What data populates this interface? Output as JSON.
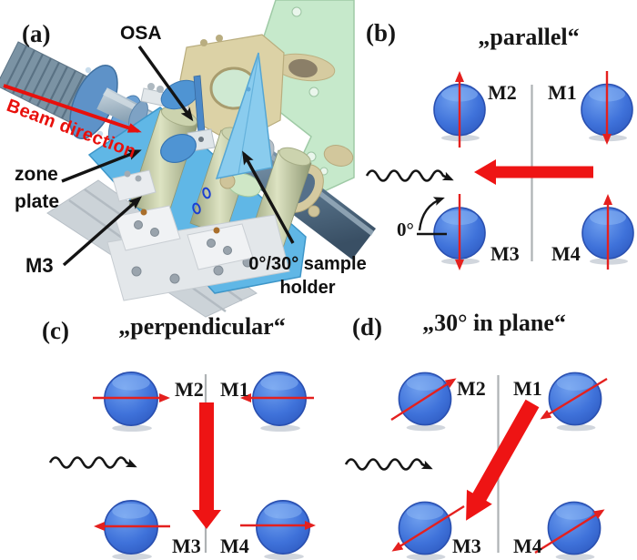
{
  "panel_a": {
    "label": "(a)",
    "osa": "OSA",
    "beam_direction": "Beam direction",
    "zone_line1": "zone",
    "zone_line2": "plate",
    "m3": "M3",
    "holder_line1": "0°/30° sample",
    "holder_line2": "holder"
  },
  "panel_b": {
    "label": "(b)",
    "title": "„parallel“",
    "m1": "M1",
    "m2": "M2",
    "m3": "M3",
    "m4": "M4",
    "zero_marker": "0°"
  },
  "panel_c": {
    "label": "(c)",
    "title": "„perpendicular“",
    "m1": "M1",
    "m2": "M2",
    "m3": "M3",
    "m4": "M4"
  },
  "panel_d": {
    "label": "(d)",
    "title": "„30° in plane“",
    "m1": "M1",
    "m2": "M2",
    "m3": "M3",
    "m4": "M4"
  },
  "colors": {
    "magnet_blue": "#3f72da",
    "thin_arrow_red": "#e4201e",
    "big_arrow_red": "#ee1414",
    "beam_red": "#e8100c",
    "divider_gray": "#aeb2b4",
    "wave_black": "#161616"
  }
}
